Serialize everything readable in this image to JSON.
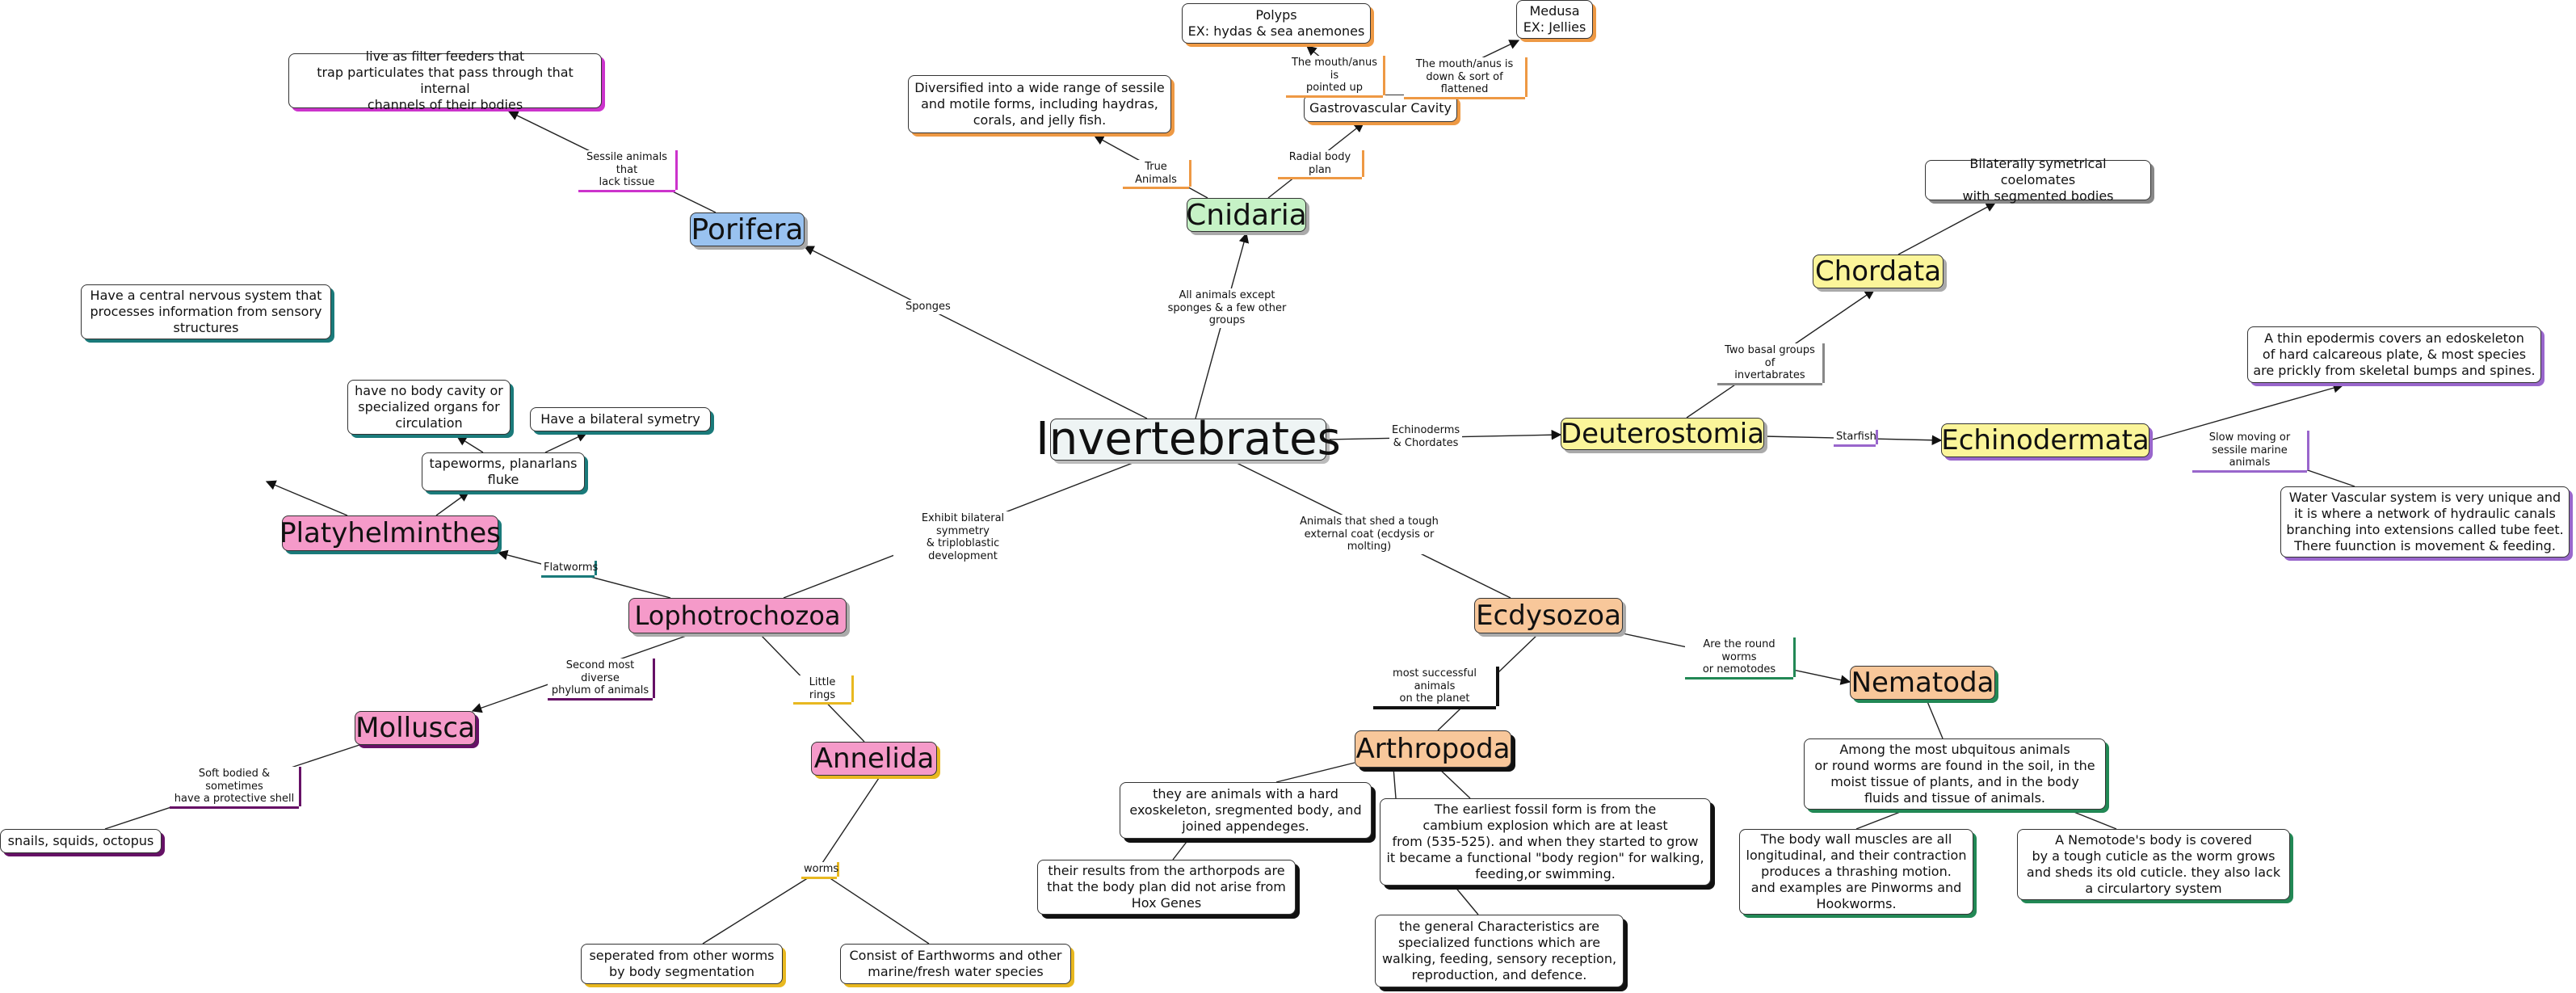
{
  "nodes": {
    "invertebrates": "Invertebrates",
    "porifera": "Porifera",
    "porifera_desc": "live as filter feeders that\ntrap particulates that pass through that internal\nchannels of their bodies",
    "cnidaria": "Cnidaria",
    "cnidaria_desc": "Diversified into a wide range of sessile\nand motile forms, including haydras,\ncorals, and jelly fish.",
    "gastrovascular": "Gastrovascular Cavity",
    "polyps": "Polyps\nEX: hydas & sea anemones",
    "medusa": "Medusa\nEX: Jellies",
    "deuterostomia": "Deuterostomia",
    "chordata": "Chordata",
    "chordata_desc": "Bilaterally symetrical coelomates\nwith segmented bodies",
    "echinodermata": "Echinodermata",
    "echino_desc1": "A thin epodermis covers an edoskeleton\nof hard calcareous plate, & most species\nare prickly from skeletal bumps and spines.",
    "echino_desc2": "Water Vascular system is very unique and\nit is where a network of hydraulic canals\nbranching into extensions called tube feet.\nThere fuunction is movement & feeding.",
    "platyhelminthes": "Platyhelminthes",
    "platy_cns": "Have a central nervous system that\nprocesses information from sensory\nstructures",
    "platy_tape": "tapeworms, planarlans\nfluke",
    "platy_cavity": "have no body cavity or\nspecialized organs for\ncirculation",
    "platy_bilateral": "Have a bilateral symetry",
    "lophotrochozoa": "Lophotrochozoa",
    "mollusca": "Mollusca",
    "mollusca_ex": "snails, squids, octopus",
    "annelida": "Annelida",
    "annelida_sep": "seperated from other worms\nby body segmentation",
    "annelida_consist": "Consist of Earthworms and other\nmarine/fresh water species",
    "ecdysozoa": "Ecdysozoa",
    "nematoda": "Nematoda",
    "nematoda_desc": "Among the most ubquitous animals\nor round worms are found in the soil, in the\nmoist tissue of plants, and in the body\nfluids and tissue of animals.",
    "nematoda_muscle": "The body wall muscles are all\nlongitudinal, and their contraction\nproduces a thrashing motion.\nand examples are Pinworms and\nHookworms.",
    "nematoda_cuticle": "A Nemotode's body is covered\nby a tough cuticle as the worm grows\nand sheds its old cuticle. they also lack\na circulartory system",
    "arthropoda": "Arthropoda",
    "arthro_exo": "they are animals with a hard\nexoskeleton, sregmented body, and\njoined appendeges.",
    "arthro_results": "their results from the arthorpods are\nthat the body plan did not arise from\nHox Genes",
    "arthro_fossil": "The earliest fossil form is from the\ncambium explosion which are at least\nfrom (535-525). and when they started to grow\nit became a functional \"body region\" for walking,\nfeeding,or swimming.",
    "arthro_general": "the general Characteristics are\nspecialized functions which are\nwalking, feeding, sensory reception,\nreproduction, and defence."
  },
  "labels": {
    "sponges": "Sponges",
    "sessile": "Sessile animals that\nlack tissue",
    "all_animals": "All animals except\nsponges & a few other groups",
    "true_animals": "True Animals",
    "radial": "Radial body plan",
    "mouth_up": "The  mouth/anus is\npointed up",
    "mouth_down": "The mouth/anus is\ndown & sort of flattened",
    "echino_chordates": "Echinoderms\n& Chordates",
    "two_basal": "Two basal groups of\ninvertabrates",
    "starfish": "Starfish",
    "slow_moving": "Slow moving or\nsessile marine animals",
    "bilateral": "Exhibit bilateral symmetry\n& triploblastic development",
    "shed_coat": "Animals that shed a tough\nexternal coat (ecdysis or molting)",
    "flatworms": "Flatworms",
    "second_diverse": "Second most diverse\nphylum of animals",
    "little_rings": "Little rings",
    "soft_bodied": "Soft bodied & sometimes\nhave a protective shell",
    "worms": "worms",
    "most_successful": "most successful animals\non the planet",
    "round_worms": "Are the round worms\nor nemotodes"
  },
  "colors": {
    "porifera": "#99c2f0",
    "porifera_accent": "#cc33cc",
    "cnidaria": "#c6f2c6",
    "cnidaria_accent": "#ee9944",
    "chordata": "#fbf59a",
    "deutero_accent": "#888888",
    "echino_accent": "#9966cc",
    "platy": "#f59ac9",
    "platy_accent": "#1a7a7a",
    "lopho": "#f59ac9",
    "mollusca_accent": "#661166",
    "annelida_accent": "#e8b820",
    "ecdysozoa": "#f8c79a",
    "nematoda_accent": "#228855",
    "arthro_accent": "#111111",
    "invertebrates": "#eef4f4"
  }
}
